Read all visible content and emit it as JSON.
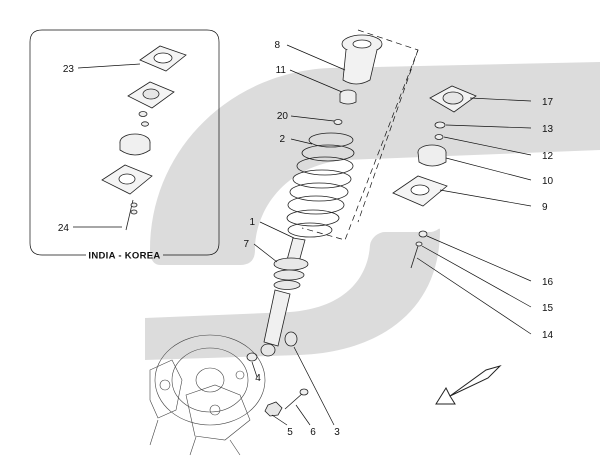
{
  "inset": {
    "caption": "INDIA - KOREA"
  },
  "callouts": [
    {
      "id": "c8",
      "text": "8"
    },
    {
      "id": "c11",
      "text": "11"
    },
    {
      "id": "c20",
      "text": "20"
    },
    {
      "id": "c2",
      "text": "2"
    },
    {
      "id": "c1",
      "text": "1"
    },
    {
      "id": "c7",
      "text": "7"
    },
    {
      "id": "c4",
      "text": "4"
    },
    {
      "id": "c5",
      "text": "5"
    },
    {
      "id": "c6",
      "text": "6"
    },
    {
      "id": "c3",
      "text": "3"
    },
    {
      "id": "c17",
      "text": "17"
    },
    {
      "id": "c13",
      "text": "13"
    },
    {
      "id": "c12",
      "text": "12"
    },
    {
      "id": "c10",
      "text": "10"
    },
    {
      "id": "c9",
      "text": "9"
    },
    {
      "id": "c16",
      "text": "16"
    },
    {
      "id": "c15",
      "text": "15"
    },
    {
      "id": "c14",
      "text": "14"
    },
    {
      "id": "c23",
      "text": "23"
    },
    {
      "id": "c24",
      "text": "24"
    }
  ],
  "colors": {
    "watermark": "#d9d9d9",
    "line": "#111111",
    "part_fill": "#f2f2f2"
  }
}
